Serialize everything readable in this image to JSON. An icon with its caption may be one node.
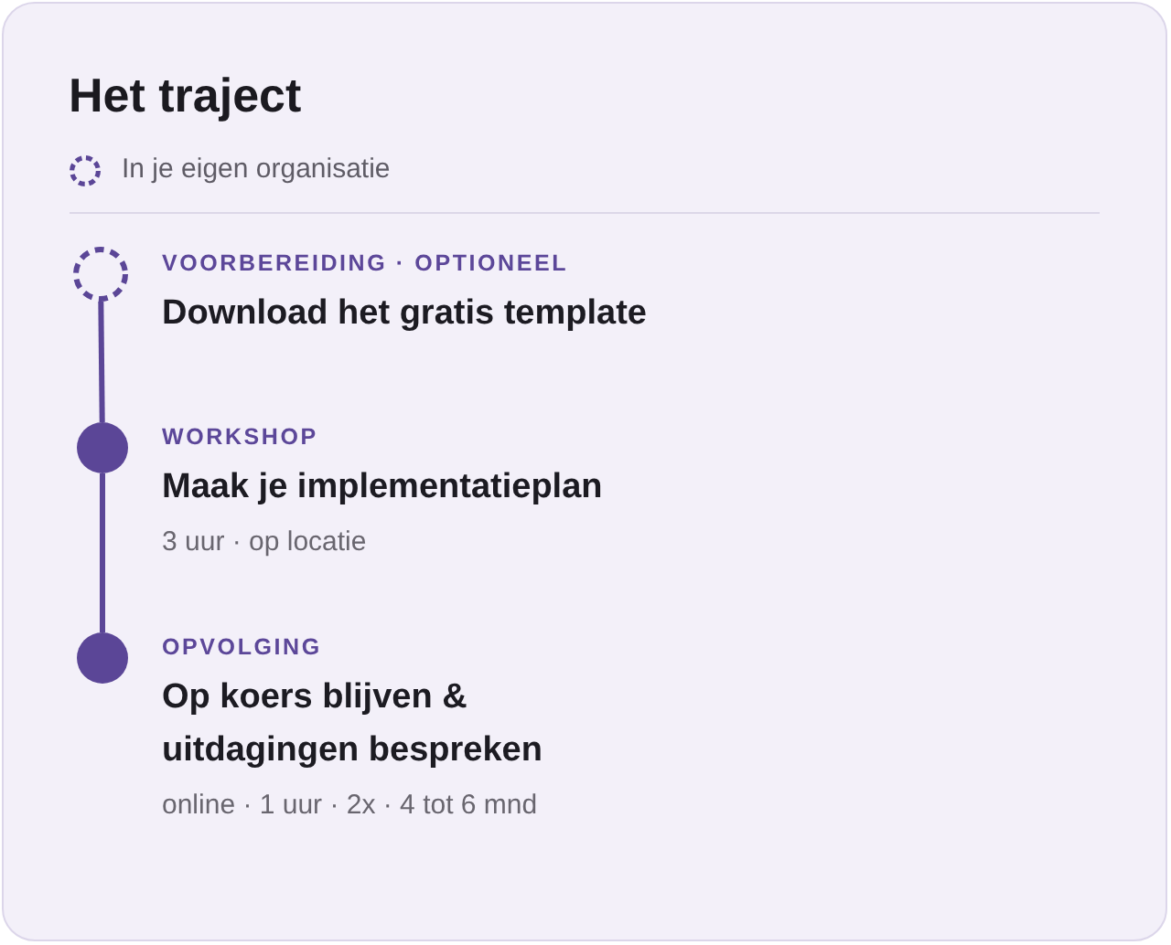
{
  "diagram": {
    "title": "Het traject",
    "nodes": [
      {
        "text": [],
        "shape": "circle",
        "beside": [
          "VOORBEREIDING · OPTIONEEL",
          "Download het gratis template"
        ]
      },
      {
        "text": [],
        "shape": "circle",
        "beside": [
          "WORKSHOP",
          "Maak je implementatieplan",
          "3 uur · op locatie"
        ]
      },
      {
        "text": [],
        "shape": "circle",
        "beside": [
          "OPVOLGING",
          "Op koers blijven & uitdagingen bespreken",
          "online · 1 uur · 2x · 4 tot 6 mnd"
        ]
      }
    ],
    "edges": [
      {
        "from": 0,
        "to": 1,
        "arrow": "none"
      },
      {
        "from": 1,
        "to": 2,
        "arrow": "none"
      }
    ],
    "legend": [
      {
        "text": "In je eigen organisatie"
      }
    ]
  }
}
